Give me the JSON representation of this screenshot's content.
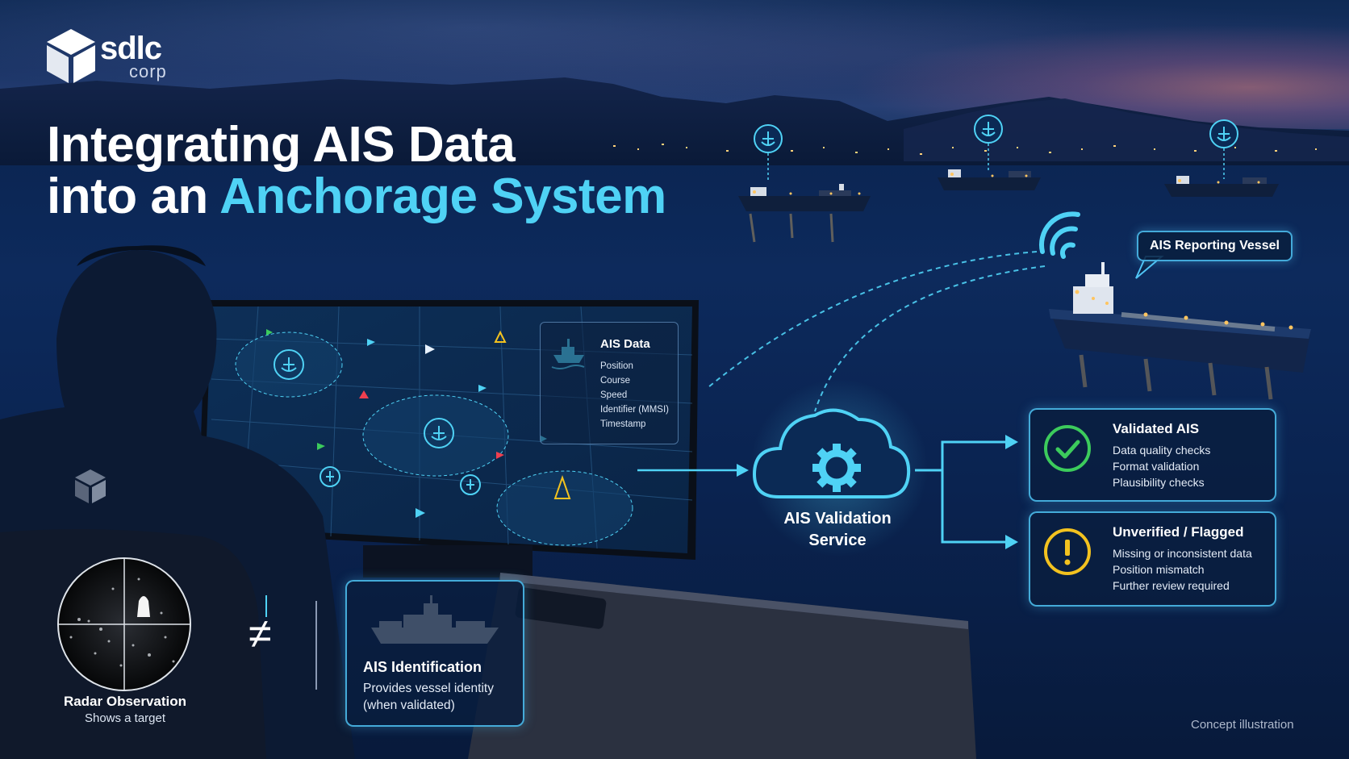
{
  "logo": {
    "word": "sdlc",
    "sub": "corp"
  },
  "title": {
    "line1": "Integrating AIS Data",
    "line2_prefix": "into an",
    "line2_accent": "Anchorage System"
  },
  "ais_data": {
    "title": "AIS Data",
    "fields": [
      "Position",
      "Course",
      "Speed",
      "Identifier (MMSI)",
      "Timestamp"
    ]
  },
  "reporting_vessel": {
    "label": "AIS Reporting Vessel"
  },
  "validation_service": {
    "line1": "AIS Validation",
    "line2": "Service"
  },
  "validated": {
    "title": "Validated AIS",
    "items": [
      "Data quality checks",
      "Format validation",
      "Plausibility checks"
    ],
    "color": "#3ccb5c"
  },
  "flagged": {
    "title": "Unverified / Flagged",
    "items": [
      "Missing or inconsistent data",
      "Position mismatch",
      "Further review required"
    ],
    "color": "#f3c21f"
  },
  "radar": {
    "title": "Radar Observation",
    "subtitle": "Shows a target"
  },
  "comparison_symbol": "≠",
  "ais_identification": {
    "title": "AIS Identification",
    "line1": "Provides vessel identity",
    "line2": "(when validated)"
  },
  "footer_note": "Concept illustration",
  "colors": {
    "accent": "#4fd2f5",
    "glow": "#4fc4f5",
    "background": "#06142b"
  },
  "icons": [
    "cube-logo-icon",
    "anchor-icon",
    "ship-icon",
    "wifi-signal-icon",
    "cloud-gear-icon",
    "check-icon",
    "warning-icon",
    "radar-scope-icon"
  ]
}
